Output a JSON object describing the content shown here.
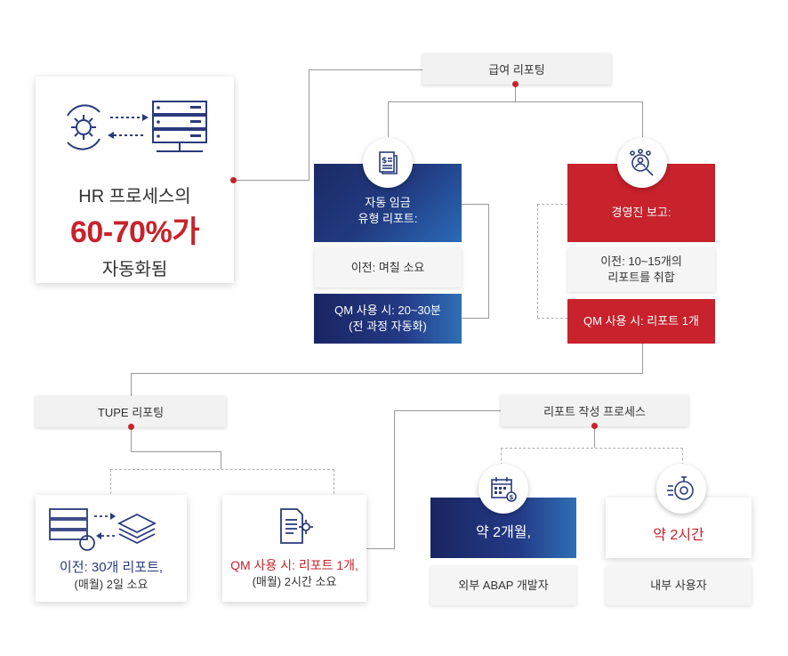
{
  "hr_box": {
    "line1": "HR 프로세스의",
    "highlight": "60-70%가",
    "line3": "자동화됨"
  },
  "payroll": {
    "header": "급여 리포팅",
    "auto_wage": {
      "title_line1": "자동 임금",
      "title_line2": "유형 리포트:",
      "before": "이전: 며칠 소요",
      "with_qm_line1": "QM 사용 시: 20~30분",
      "with_qm_line2": "(전 과정 자동화)"
    },
    "exec_report": {
      "title": "경영진 보고:",
      "before_line1": "이전: 10~15개의",
      "before_line2": "리포트를 취합",
      "with_qm": "QM 사용 시: 리포트 1개"
    }
  },
  "tupe": {
    "header": "TUPE 리포팅",
    "before_line1": "이전: 30개 리포트,",
    "before_line2": "(매월) 2일 소요",
    "with_qm_line1": "QM 사용 시: 리포트 1개,",
    "with_qm_line2": "(매월) 2시간 소요"
  },
  "report_process": {
    "header": "리포트 작성 프로세스",
    "external": {
      "duration": "약 2개월,",
      "who": "외부 ABAP 개발자"
    },
    "internal": {
      "duration": "약 2시간",
      "who": "내부 사용자"
    }
  },
  "colors": {
    "red": "#c8222c",
    "navy": "#1b2a66",
    "blue": "#2b6ab8"
  }
}
